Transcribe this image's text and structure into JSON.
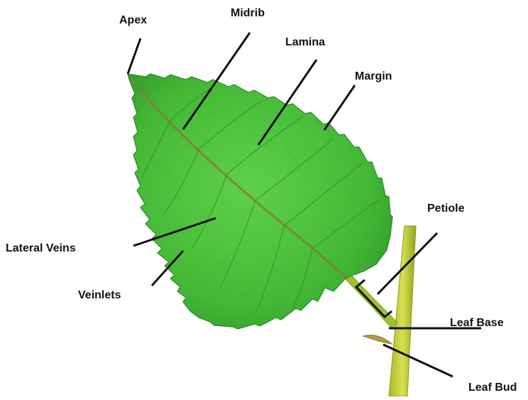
{
  "labels": {
    "apex": "Apex",
    "midrib": "Midrib",
    "lamina": "Lamina",
    "margin": "Margin",
    "petiole": "Petiole",
    "lateral_veins": "Lateral Veins",
    "veinlets": "Veinlets",
    "leaf_base": "Leaf Base",
    "leaf_bud": "Leaf Bud"
  },
  "colors": {
    "leaf": "#4cc13a",
    "leaf_dark": "#2e9a2a",
    "midrib": "#8a7a3a",
    "stem": "#b8c832",
    "stem_dark": "#8a9a1a",
    "pointer": "#111111",
    "background": "#ffffff"
  }
}
